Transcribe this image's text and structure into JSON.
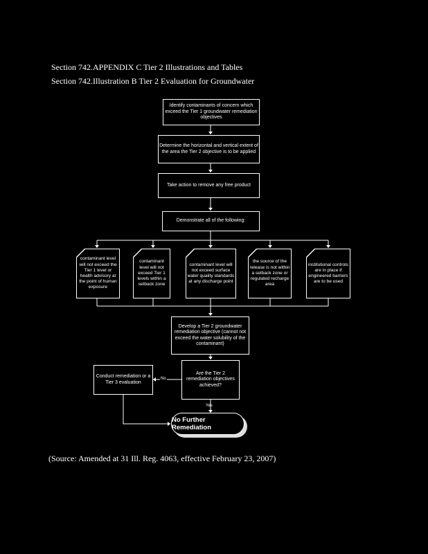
{
  "header": {
    "line1": "Section 742.APPENDIX C Tier 2 Illustrations and Tables",
    "line2": "Section 742.Illustration B  Tier 2 Evaluation for Groundwater"
  },
  "flowchart": {
    "step1": "Identify contaminants of concern which exceed the Tier 1 groundwater remediation objectives",
    "step2": "Determine the horizontal and vertical extent of the area the Tier 2 objective is to be applied",
    "step3": "Take action to remove any free product",
    "step4": "Demonstrate all of the following:",
    "conditions": [
      "contaminant level will not exceed the Tier 1 level or health advisory at the point of human exposure",
      "contaminant level will not exceed Tier 1 levels within a setback zone",
      "contaminant level will not exceed surface water quality standards at any discharge point",
      "the source of the release is not within a setback zone or regulated recharge area",
      "institutional controls are in place if engineered barriers are to be used"
    ],
    "step5": "Develop a Tier 2 groundwater remediation objective (cannot not exceed the water solubility of the contaminant)",
    "decision": "Are the Tier 2 remediation objectives achieved?",
    "no_label": "No",
    "yes_label": "Yes",
    "no_action": "Conduct remediation or a Tier 3 evaluation",
    "terminal": "No Further Remediation"
  },
  "footer": {
    "source": "(Source:  Amended at 31 Ill. Reg. 4063, effective February 23, 2007)"
  }
}
